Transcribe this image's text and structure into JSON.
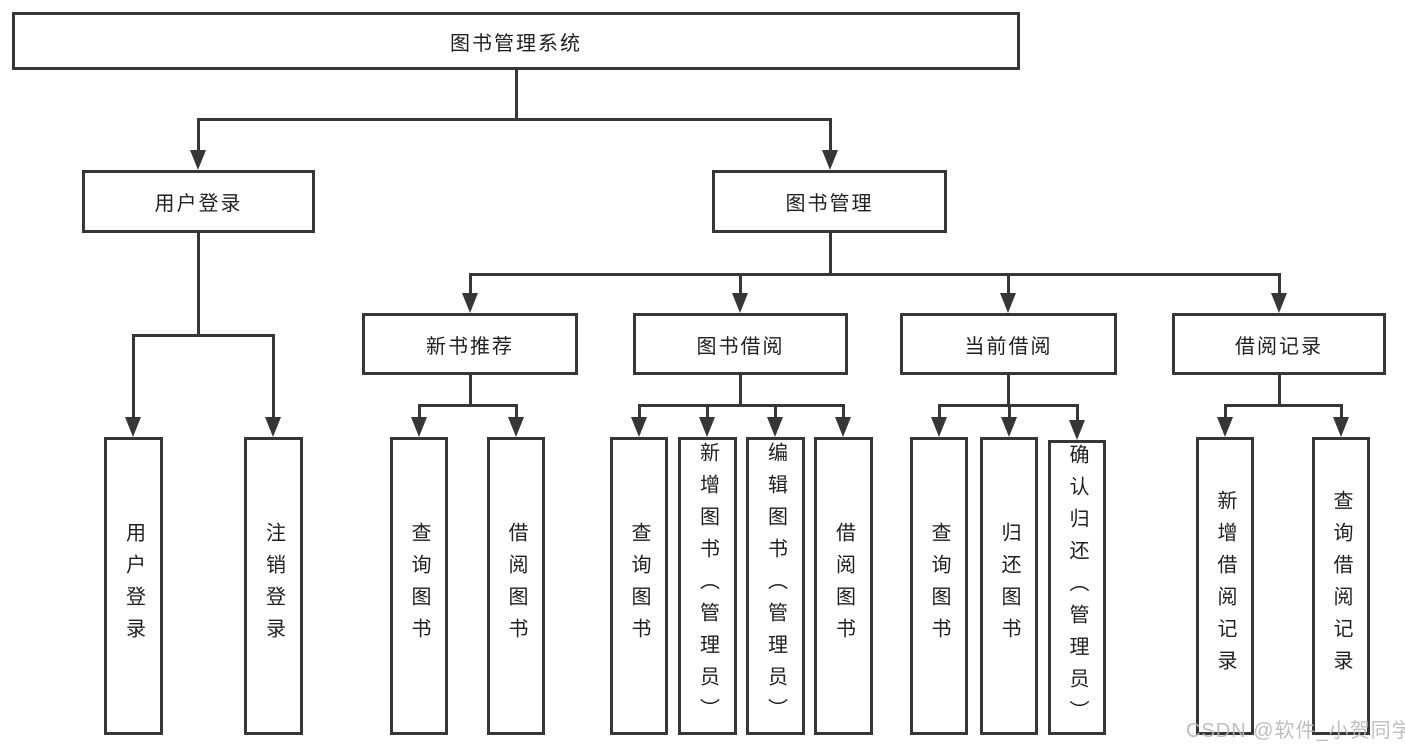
{
  "diagram": {
    "root": {
      "label": "图书管理系统"
    },
    "branches": [
      {
        "label": "用户登录",
        "leaves": [
          {
            "label": "用户登录"
          },
          {
            "label": "注销登录"
          }
        ]
      },
      {
        "label": "图书管理",
        "groups": [
          {
            "label": "新书推荐",
            "leaves": [
              {
                "label": "查询图书"
              },
              {
                "label": "借阅图书"
              }
            ]
          },
          {
            "label": "图书借阅",
            "leaves": [
              {
                "label": "查询图书"
              },
              {
                "label": "新增图书（管理员）"
              },
              {
                "label": "编辑图书（管理员）"
              },
              {
                "label": "借阅图书"
              }
            ]
          },
          {
            "label": "当前借阅",
            "leaves": [
              {
                "label": "查询图书"
              },
              {
                "label": "归还图书"
              },
              {
                "label": "确认归还（管理员）"
              }
            ]
          },
          {
            "label": "借阅记录",
            "leaves": [
              {
                "label": "新增借阅记录"
              },
              {
                "label": "查询借阅记录"
              }
            ]
          }
        ]
      }
    ]
  },
  "watermark": {
    "text": "CSDN @软件_小贺同学",
    "color": "#b5b7bb"
  },
  "colors": {
    "line": "#363636",
    "text": "#1f1f1f",
    "box_bg": "#ffffff",
    "page_bg": "#ffffff"
  }
}
